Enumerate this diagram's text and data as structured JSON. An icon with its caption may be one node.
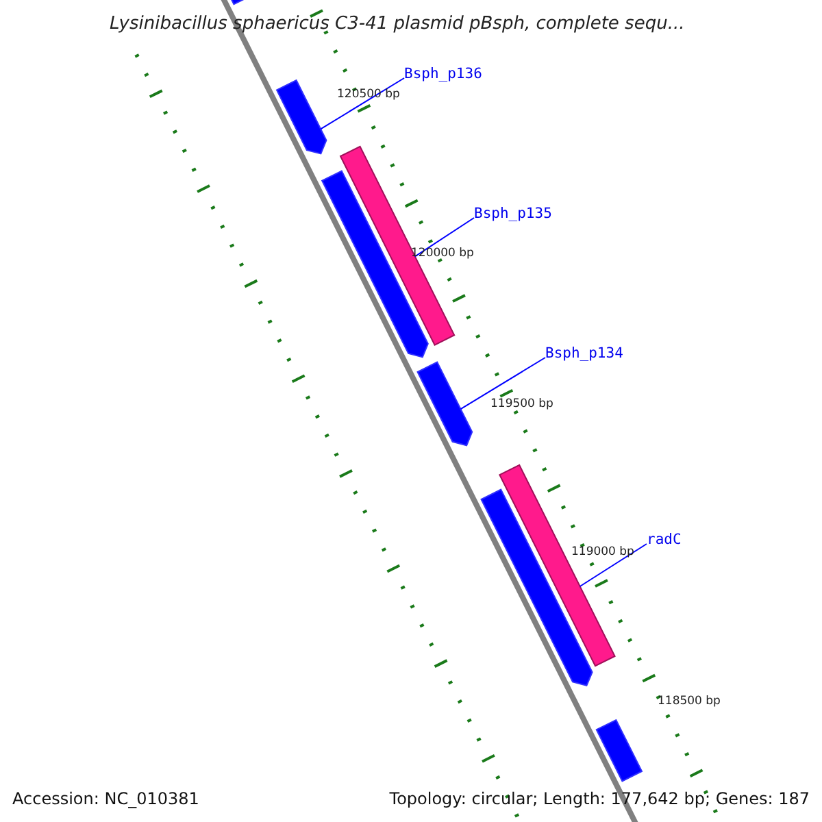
{
  "diagram": {
    "title": "Lysinibacillus sphaericus C3-41 plasmid pBsph, complete sequ...",
    "nodes": [
      {
        "text": [],
        "shape": "bar"
      },
      {
        "text": [
          "Bsph_p136"
        ]
      },
      {
        "text": [],
        "shape": "bar"
      },
      {
        "text": [
          "Bsph_p135"
        ]
      },
      {
        "text": [],
        "shape": "bar"
      },
      {
        "text": [],
        "shape": "bar"
      },
      {
        "text": [
          "Bsph_p134"
        ]
      },
      {
        "text": [],
        "shape": "bar"
      },
      {
        "text": [],
        "shape": "bar"
      },
      {
        "text": [
          "radC"
        ]
      },
      {
        "text": [],
        "shape": "bar"
      },
      {
        "text": [],
        "shape": "bar"
      }
    ],
    "edges": [
      {
        "from": 1,
        "to": 2,
        "arrow": "none"
      },
      {
        "from": 3,
        "to": 5,
        "arrow": "none"
      },
      {
        "from": 6,
        "to": 7,
        "arrow": "none"
      },
      {
        "from": 9,
        "to": 8,
        "arrow": "none"
      }
    ],
    "labels": [
      "120500 bp",
      "120000 bp",
      "119500 bp",
      "119000 bp",
      "118500 bp",
      "Accession: NC_010381",
      "Topology: circular; Length: 177,642 bp; Genes: 187"
    ]
  }
}
